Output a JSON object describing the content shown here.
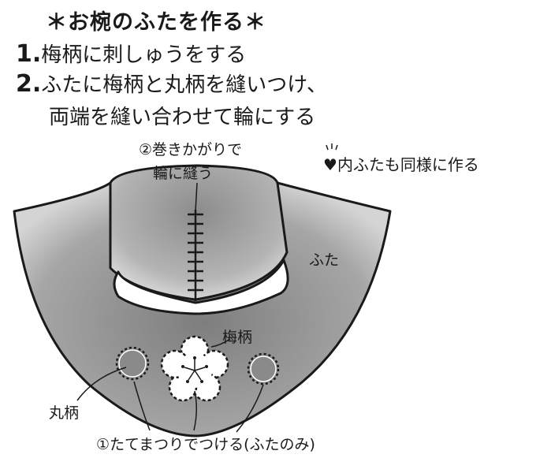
{
  "title": "＊お椀のふたを作る＊",
  "steps": [
    {
      "num": "1.",
      "text": "梅柄に刺しゅうをする"
    },
    {
      "num": "2.",
      "text": "ふたに梅柄と丸柄を縫いつけ、"
    },
    {
      "num": "",
      "text": "両端を縫い合わせて輪にする"
    }
  ],
  "note": {
    "icon": "heart-icon",
    "text": "内ふたも同様に作る"
  },
  "labels": {
    "stitch_line1": "②巻きかがりで",
    "stitch_line2": "輪に縫う",
    "lid": "ふた",
    "plum_pattern": "梅柄",
    "circle_pattern": "丸柄",
    "attach": "①たてまつりでつける(ふたのみ)"
  },
  "colors": {
    "fabric": "#9a9a9a",
    "fabric_light": "#d9d9d9",
    "outline": "#1a1a1a"
  }
}
